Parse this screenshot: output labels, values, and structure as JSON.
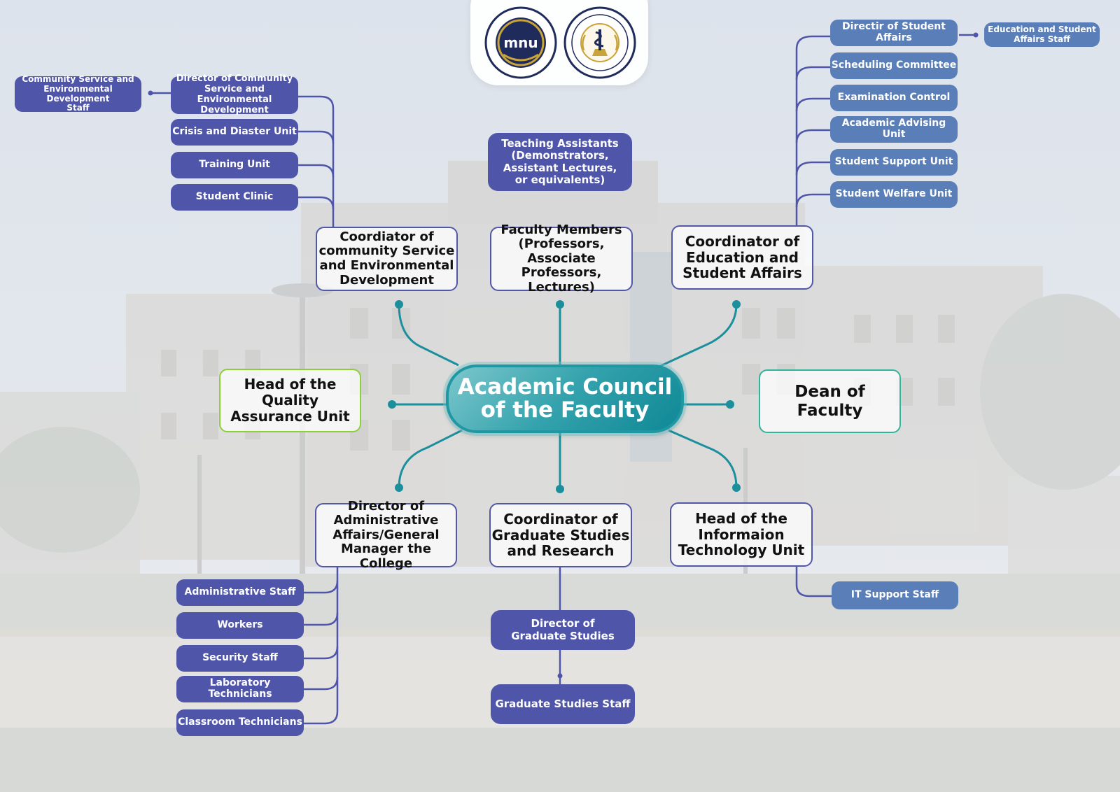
{
  "diagram": {
    "central": "Academic Council\nof the Faculty",
    "left_unit": "Head of the Quality\nAssurance Unit",
    "right_unit": "Dean of Faculty",
    "top_left": {
      "coordinator": "Coordiator of\ncommunity Service\nand Environmental\nDevelopment",
      "director": "Director of Community\nService and Environmental\nDevelopment",
      "director_staff": "Community Service and\nEnvironmental Development\nStaff",
      "units": [
        "Crisis and Diaster Unit",
        "Training Unit",
        "Student Clinic"
      ]
    },
    "top_center": {
      "faculty": "Faculty Members\n(Professors, Associate\nProfessors, Lectures)",
      "assistants": "Teaching Assistants\n(Demonstrators,\nAssistant Lectures,\nor equivalents)"
    },
    "top_right": {
      "coordinator": "Coordinator of\nEducation and\nStudent Affairs",
      "director": "Directir of Student Affairs",
      "director_staff": "Education and Student\nAffairs Staff",
      "units": [
        "Scheduling Committee",
        "Examination Control",
        "Academic Advising Unit",
        "Student Support Unit",
        "Student Welfare Unit"
      ]
    },
    "bottom_left": {
      "director": "Director of\nAdministrative\nAffairs/General\nManager the College",
      "units": [
        "Administrative Staff",
        "Workers",
        "Security Staff",
        "Laboratory Technicians",
        "Classroom Technicians"
      ]
    },
    "bottom_center": {
      "coordinator": "Coordinator of\nGraduate Studies\nand Research",
      "director": "Director of\nGraduate Studies",
      "staff": "Graduate Studies Staff"
    },
    "bottom_right": {
      "head": "Head of the\nInformaion\nTechnology Unit",
      "staff": "IT Support Staff"
    }
  },
  "colors": {
    "node_fill": "#4f56aa",
    "node_fill_light": "#5a7fb8",
    "outline_border": "#5257a8",
    "connector_teal": "#1b8f9c",
    "connector_indigo": "#4f56aa",
    "central_gradient_start": "#7cc7cc",
    "central_gradient_end": "#0f8896",
    "quality_border": "#8ccf38",
    "dean_border": "#2fb59b"
  },
  "logos": {
    "left": {
      "icon": "university-seal-icon",
      "wordmark": "mnu"
    },
    "right": {
      "icon": "pharmacy-faculty-seal-icon"
    }
  }
}
